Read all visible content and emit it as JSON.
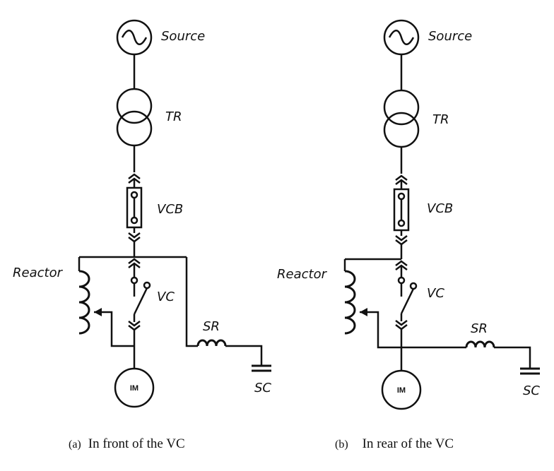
{
  "diagram_a": {
    "source": "Source",
    "transformer": "TR",
    "breaker": "VCB",
    "reactor": "Reactor",
    "contactor": "VC",
    "series_reactor": "SR",
    "capacitor": "SC",
    "motor": "IM",
    "caption_tag": "(a)",
    "caption_text": "In front of the VC"
  },
  "diagram_b": {
    "source": "Source",
    "transformer": "TR",
    "breaker": "VCB",
    "reactor": "Reactor",
    "contactor": "VC",
    "series_reactor": "SR",
    "capacitor": "SC",
    "motor": "IM",
    "caption_tag": "(b)",
    "caption_text": "In rear of the VC"
  }
}
